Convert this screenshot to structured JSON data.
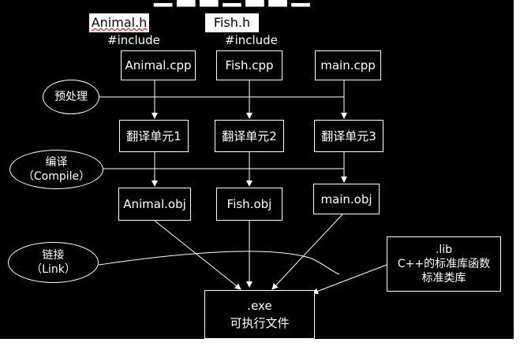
{
  "headers": {
    "animal_h": "Animal.h",
    "fish_h": "Fish.h"
  },
  "include_label": "#include",
  "sources": [
    "Animal.cpp",
    "Fish.cpp",
    "main.cpp"
  ],
  "units": [
    "翻译单元1",
    "翻译单元2",
    "翻译单元3"
  ],
  "objects": [
    "Animal.obj",
    "Fish.obj",
    "main.obj"
  ],
  "stages": {
    "preprocess": "预处理",
    "compile_cn": "编译",
    "compile_en": "（Compile）",
    "link_cn": "链接",
    "link_en": "（Link）"
  },
  "library": {
    "ext": ".lib",
    "line1": "C++的标准库函数",
    "line2": "标准类库"
  },
  "output": {
    "ext": ".exe",
    "desc": "可执行文件"
  },
  "colors": {
    "background": "#000000",
    "foreground": "#ffffff",
    "spell_underline": "#c00000"
  }
}
